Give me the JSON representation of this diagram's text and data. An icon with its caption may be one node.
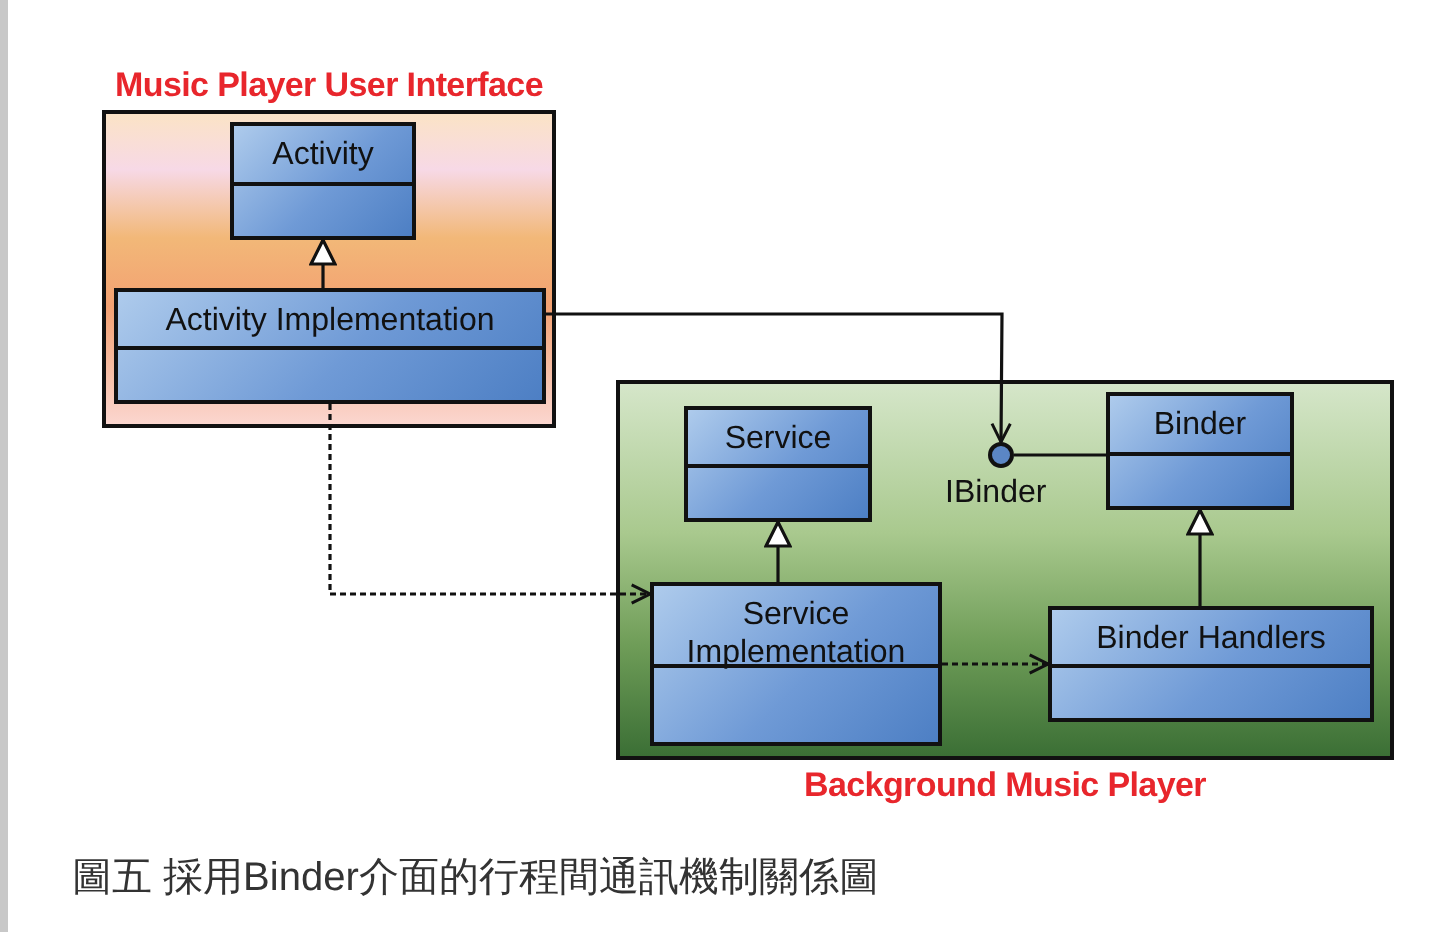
{
  "diagram": {
    "caption": "圖五 採用Binder介面的行程間通訊機制關係圖",
    "nodes": [
      {
        "text": [
          "Music Player User Interface"
        ]
      },
      {
        "text": [
          "Activity"
        ],
        "in": 0
      },
      {
        "text": [
          "Activity Implementation"
        ],
        "in": 0
      },
      {
        "text": [
          "Background Music Player"
        ]
      },
      {
        "text": [
          "Service"
        ],
        "in": 3
      },
      {
        "text": [],
        "shape": "circle",
        "beside": [
          "IBinder"
        ],
        "in": 3
      },
      {
        "text": [
          "Binder"
        ],
        "in": 3
      },
      {
        "text": [
          "Service Implementation"
        ],
        "in": 3
      },
      {
        "text": [
          "Binder Handlers"
        ],
        "in": 3
      }
    ],
    "edges": [
      {
        "from": 2,
        "to": 1,
        "arrow": "to"
      },
      {
        "from": 2,
        "to": 5,
        "arrow": "to"
      },
      {
        "from": 6,
        "to": 5,
        "arrow": "none"
      },
      {
        "from": 2,
        "to": 7,
        "arrow": "to",
        "style": "dashed"
      },
      {
        "from": 7,
        "to": 4,
        "arrow": "to"
      },
      {
        "from": 7,
        "to": 8,
        "arrow": "to",
        "style": "dashed"
      },
      {
        "from": 8,
        "to": 6,
        "arrow": "to"
      }
    ]
  }
}
